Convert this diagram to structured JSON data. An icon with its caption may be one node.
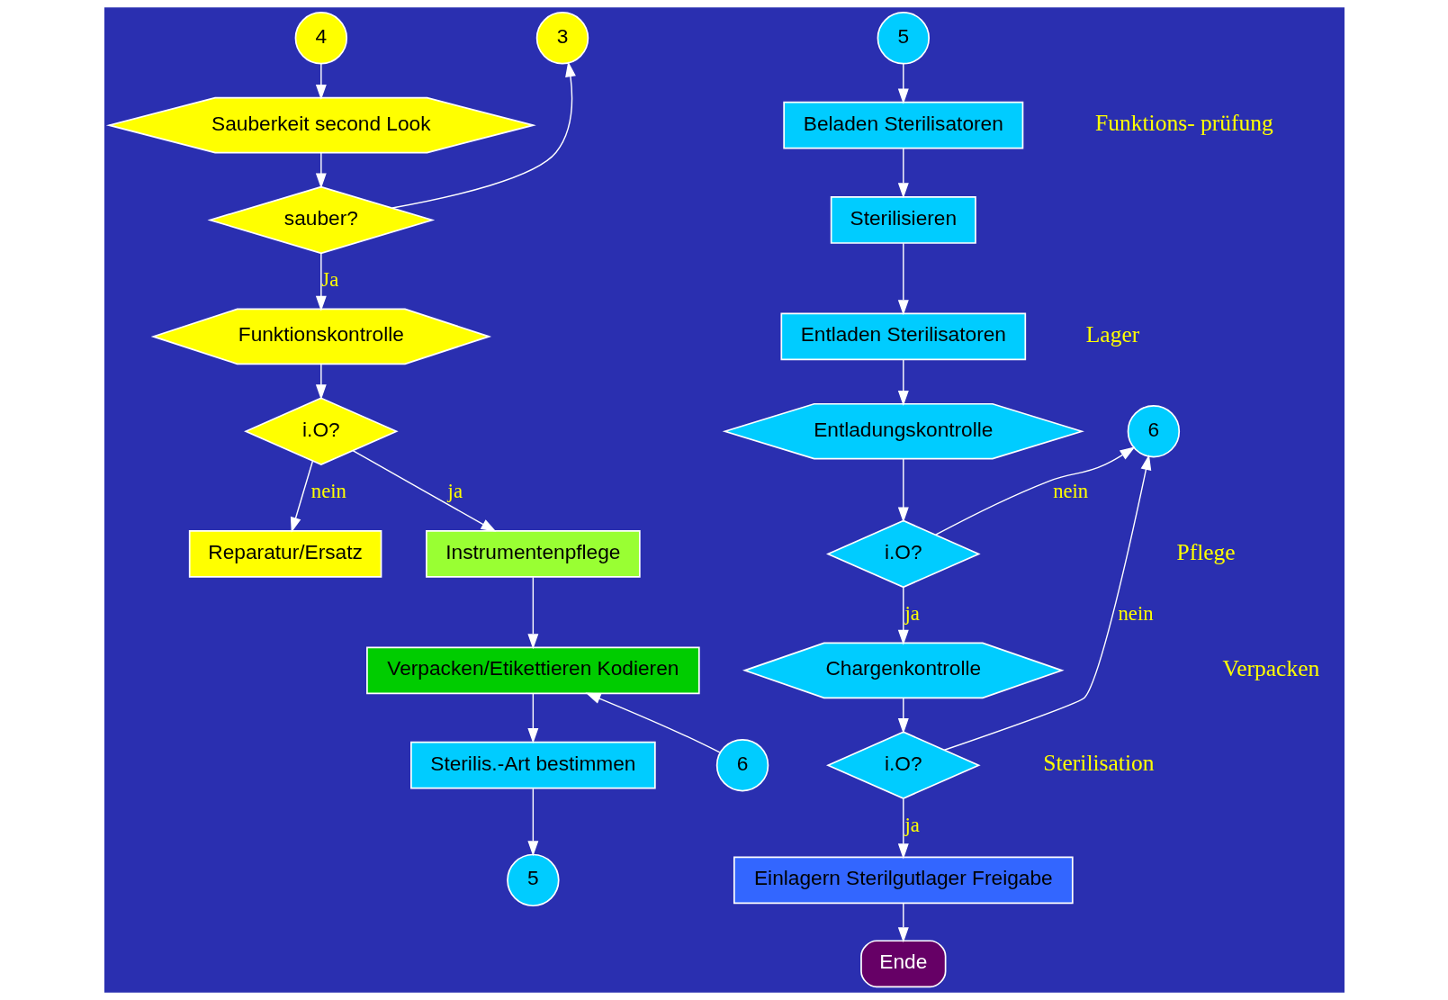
{
  "diagram": {
    "nodes": [
      {
        "text": [
          "4"
        ]
      },
      {
        "text": [
          "Sauberkeit second Look"
        ]
      },
      {
        "text": [
          "3"
        ]
      },
      {
        "text": [
          "sauber?"
        ]
      },
      {
        "text": [
          "Funktionskontrolle"
        ]
      },
      {
        "text": [
          "i.O?"
        ]
      },
      {
        "text": [
          "Reparatur/Ersatz"
        ]
      },
      {
        "text": [
          "Instrumentenpflege"
        ]
      },
      {
        "text": [
          "Verpacken/Etikettieren Kodieren"
        ]
      },
      {
        "text": [
          "Sterilis.-Art bestimmen"
        ]
      },
      {
        "text": [
          "6"
        ]
      },
      {
        "text": [
          "5"
        ]
      },
      {
        "text": [
          "5"
        ]
      },
      {
        "text": [
          "Beladen Sterilisatoren"
        ]
      },
      {
        "text": [
          "Sterilisieren"
        ]
      },
      {
        "text": [
          "Entladen Sterilisatoren"
        ]
      },
      {
        "text": [
          "Entladungskontrolle"
        ]
      },
      {
        "text": [
          "6"
        ]
      },
      {
        "text": [
          "i.O?"
        ]
      },
      {
        "text": [
          "Chargenkontrolle"
        ]
      },
      {
        "text": [
          "i.O?"
        ]
      },
      {
        "text": [
          "Einlagern Sterilgutlager Freigabe"
        ]
      },
      {
        "text": [
          "Ende"
        ]
      }
    ],
    "edges": [
      {
        "from": 0,
        "to": 1,
        "arrow": "to"
      },
      {
        "from": 1,
        "to": 3,
        "arrow": "to"
      },
      {
        "from": 3,
        "to": 2,
        "arrow": "to"
      },
      {
        "from": 3,
        "to": 4,
        "arrow": "to",
        "label": "Ja"
      },
      {
        "from": 4,
        "to": 5,
        "arrow": "to"
      },
      {
        "from": 5,
        "to": 6,
        "arrow": "to",
        "label": "nein"
      },
      {
        "from": 5,
        "to": 7,
        "arrow": "to",
        "label": "ja"
      },
      {
        "from": 7,
        "to": 8,
        "arrow": "to"
      },
      {
        "from": 10,
        "to": 8,
        "arrow": "to"
      },
      {
        "from": 8,
        "to": 9,
        "arrow": "to"
      },
      {
        "from": 9,
        "to": 11,
        "arrow": "to"
      },
      {
        "from": 12,
        "to": 13,
        "arrow": "to"
      },
      {
        "from": 13,
        "to": 14,
        "arrow": "to"
      },
      {
        "from": 14,
        "to": 15,
        "arrow": "to"
      },
      {
        "from": 15,
        "to": 16,
        "arrow": "to"
      },
      {
        "from": 16,
        "to": 18,
        "arrow": "to"
      },
      {
        "from": 18,
        "to": 17,
        "arrow": "to",
        "label": "nein"
      },
      {
        "from": 18,
        "to": 19,
        "arrow": "to",
        "label": "ja"
      },
      {
        "from": 19,
        "to": 20,
        "arrow": "to"
      },
      {
        "from": 20,
        "to": 17,
        "arrow": "to",
        "label": "nein"
      },
      {
        "from": 20,
        "to": 21,
        "arrow": "to",
        "label": "ja"
      },
      {
        "from": 21,
        "to": 22,
        "arrow": "to"
      }
    ],
    "labels": [
      "Funktions- prüfung",
      "Lager",
      "Pflege",
      "Verpacken",
      "Sterilisation"
    ]
  }
}
